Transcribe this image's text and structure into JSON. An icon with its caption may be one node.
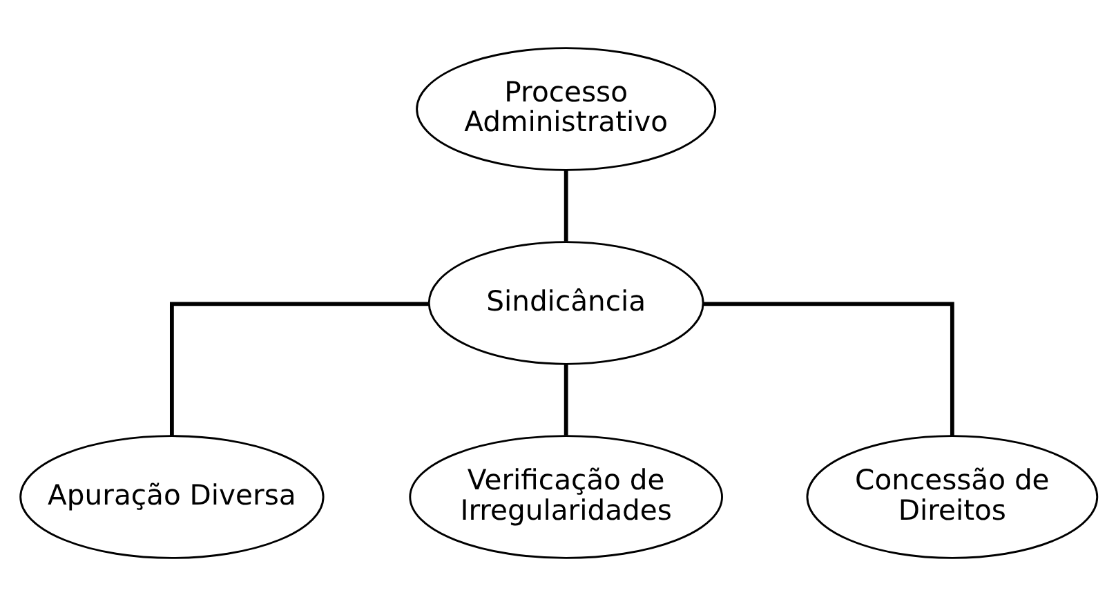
{
  "diagram": {
    "nodes": [
      {
        "text": [
          "Processo Administrativo"
        ]
      },
      {
        "text": [
          "Sindicância"
        ]
      },
      {
        "text": [
          "Apuração Diversa"
        ]
      },
      {
        "text": [
          "Verificação de Irregularidades"
        ]
      },
      {
        "text": [
          "Concessão de Direitos"
        ]
      }
    ],
    "edges": [
      {
        "from": 0,
        "to": 1,
        "arrow": "none"
      },
      {
        "from": 1,
        "to": 2,
        "arrow": "none"
      },
      {
        "from": 1,
        "to": 3,
        "arrow": "none"
      },
      {
        "from": 1,
        "to": 4,
        "arrow": "none"
      }
    ]
  }
}
